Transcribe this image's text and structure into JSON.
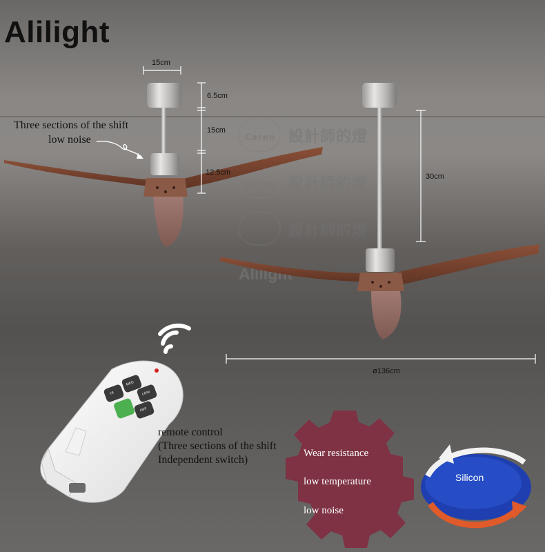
{
  "brand": "Alilight",
  "watermark_text": "設計師的燈",
  "watermark_mark": "Caren",
  "dimensions": {
    "base_width": "15cm",
    "canopy_height": "6.5cm",
    "shaft_section": "15cm",
    "motor_height": "12.5cm",
    "rod_length": "30cm",
    "diameter": "ø136cm"
  },
  "shift_note": {
    "line1": "Three sections of the shift",
    "line2": "low noise"
  },
  "remote_note": {
    "line1": "remote control",
    "line2": "(Three sections of the shift",
    "line3": "Independent switch)"
  },
  "remote_buttons": {
    "med": "MED",
    "hi": "HI",
    "low": "LOW",
    "off": "OFF"
  },
  "features": [
    "Wear resistance",
    "low temperature",
    "low noise"
  ],
  "badge_label": "Silicon",
  "colors": {
    "gear": "#7e3244",
    "badge_blue": "#1f3fb0",
    "wood": "#7a4632",
    "button_green": "#4caf50"
  }
}
